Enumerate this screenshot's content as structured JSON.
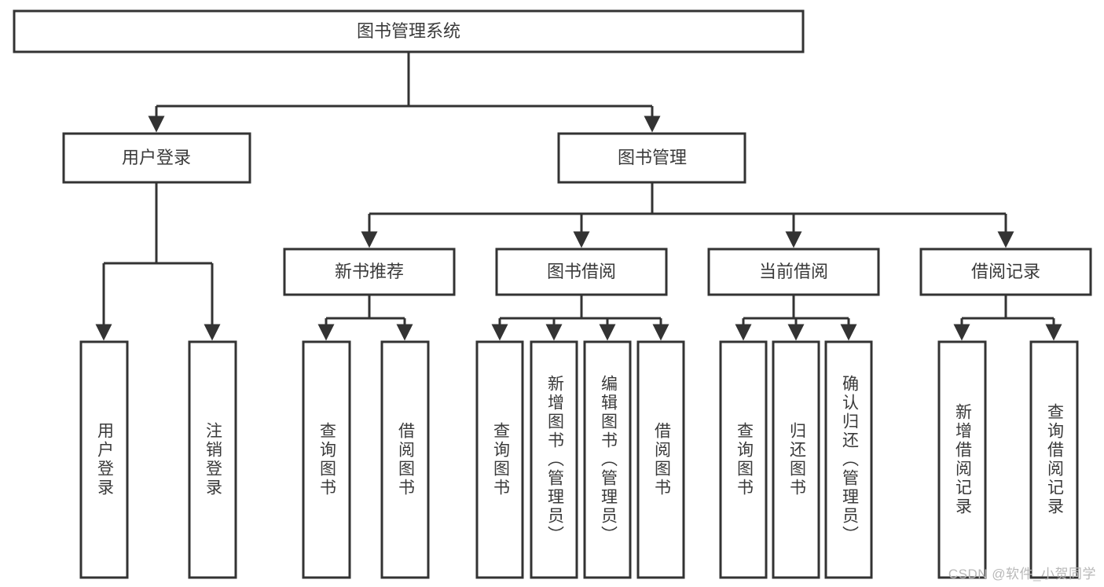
{
  "diagram": {
    "title": "图书管理系统",
    "type": "tree-hierarchy",
    "watermark": "CSDN @软件_小贺同学",
    "colors": {
      "stroke": "#333333",
      "box_fill": "#ffffff",
      "text": "#3a3a3a",
      "background": "#ffffff",
      "watermark": "#b8b8b8"
    },
    "levels": {
      "level1": [
        {
          "id": "root",
          "label": "图书管理系统",
          "orientation": "horizontal"
        }
      ],
      "level2": [
        {
          "id": "user-login",
          "label": "用户登录",
          "orientation": "horizontal",
          "parent": "root"
        },
        {
          "id": "book-management",
          "label": "图书管理",
          "orientation": "horizontal",
          "parent": "root"
        }
      ],
      "level3": [
        {
          "id": "new-book-recommend",
          "label": "新书推荐",
          "orientation": "horizontal",
          "parent": "book-management"
        },
        {
          "id": "book-borrow",
          "label": "图书借阅",
          "orientation": "horizontal",
          "parent": "book-management"
        },
        {
          "id": "current-borrow",
          "label": "当前借阅",
          "orientation": "horizontal",
          "parent": "book-management"
        },
        {
          "id": "borrow-record",
          "label": "借阅记录",
          "orientation": "horizontal",
          "parent": "book-management"
        }
      ],
      "level4": [
        {
          "id": "leaf-user-login",
          "label": "用户登录",
          "orientation": "vertical",
          "parent": "user-login"
        },
        {
          "id": "leaf-logout",
          "label": "注销登录",
          "orientation": "vertical",
          "parent": "user-login"
        },
        {
          "id": "leaf-query-book-1",
          "label": "查询图书",
          "orientation": "vertical",
          "parent": "new-book-recommend"
        },
        {
          "id": "leaf-borrow-book-1",
          "label": "借阅图书",
          "orientation": "vertical",
          "parent": "new-book-recommend"
        },
        {
          "id": "leaf-query-book-2",
          "label": "查询图书",
          "orientation": "vertical",
          "parent": "book-borrow"
        },
        {
          "id": "leaf-add-book",
          "label": "新增图书（管理员）",
          "orientation": "vertical",
          "parent": "book-borrow"
        },
        {
          "id": "leaf-edit-book",
          "label": "编辑图书（管理员）",
          "orientation": "vertical",
          "parent": "book-borrow"
        },
        {
          "id": "leaf-borrow-book-2",
          "label": "借阅图书",
          "orientation": "vertical",
          "parent": "book-borrow"
        },
        {
          "id": "leaf-query-book-3",
          "label": "查询图书",
          "orientation": "vertical",
          "parent": "current-borrow"
        },
        {
          "id": "leaf-return-book",
          "label": "归还图书",
          "orientation": "vertical",
          "parent": "current-borrow"
        },
        {
          "id": "leaf-confirm-return",
          "label": "确认归还（管理员）",
          "orientation": "vertical",
          "parent": "current-borrow"
        },
        {
          "id": "leaf-add-record",
          "label": "新增借阅记录",
          "orientation": "vertical",
          "parent": "borrow-record"
        },
        {
          "id": "leaf-query-record",
          "label": "查询借阅记录",
          "orientation": "vertical",
          "parent": "borrow-record"
        }
      ]
    }
  }
}
